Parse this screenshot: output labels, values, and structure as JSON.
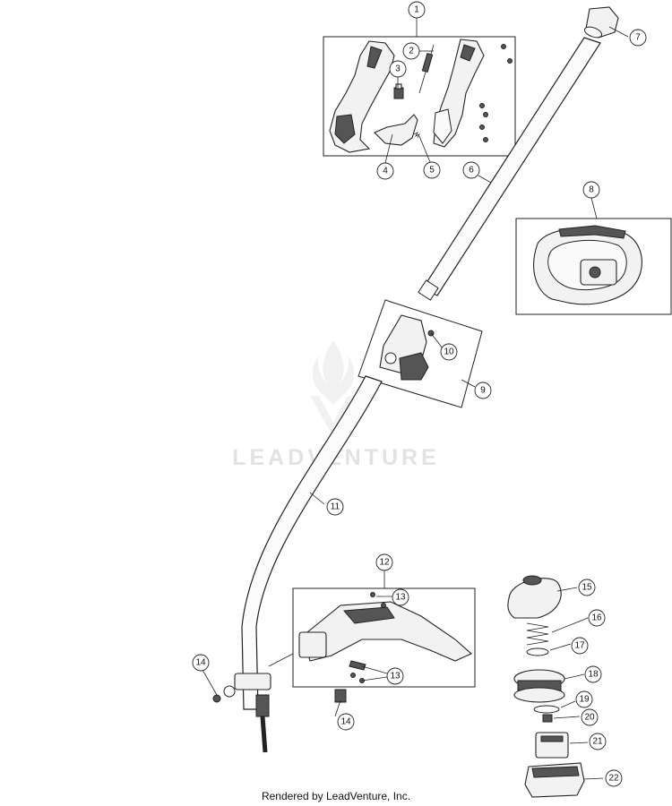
{
  "callouts": [
    "1",
    "2",
    "3",
    "4",
    "5",
    "6",
    "7",
    "8",
    "9",
    "10",
    "11",
    "12",
    "13",
    "13",
    "14",
    "14",
    "15",
    "16",
    "17",
    "18",
    "19",
    "20",
    "21",
    "22"
  ],
  "watermark": "LEADVENTURE",
  "footer": "Rendered by LeadVenture, Inc."
}
